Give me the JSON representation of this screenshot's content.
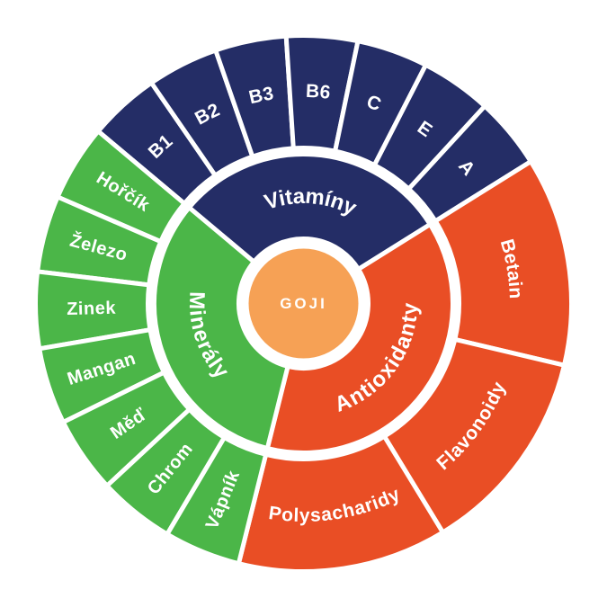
{
  "chart_data": {
    "type": "sunburst",
    "title": "",
    "background": "#FFFFFF",
    "text_color": "#FFFFFF",
    "center": {
      "label": "GOJI",
      "color": "#F6A155",
      "text_color": "#FFFFFF"
    },
    "categories": [
      {
        "name": "Vitamíny",
        "color": "#242D66",
        "start_deg": 140,
        "end_deg": 32,
        "child_label_style": "tangent",
        "children": [
          "B1",
          "B2",
          "B3",
          "B6",
          "C",
          "E",
          "A"
        ]
      },
      {
        "name": "Antioxidanty",
        "color": "#E94E25",
        "start_deg": 32,
        "end_deg": -104,
        "child_label_style": "tangent",
        "children": [
          "Betain",
          "Flavonoidy",
          "Polysacharidy"
        ]
      },
      {
        "name": "Minerály",
        "color": "#4BB648",
        "start_deg": 140,
        "end_deg": 256,
        "child_label_style": "radial",
        "children": [
          "Hořčík",
          "Železo",
          "Zinek",
          "Mangan",
          "Měď",
          "Chrom",
          "Vápník"
        ]
      }
    ]
  }
}
